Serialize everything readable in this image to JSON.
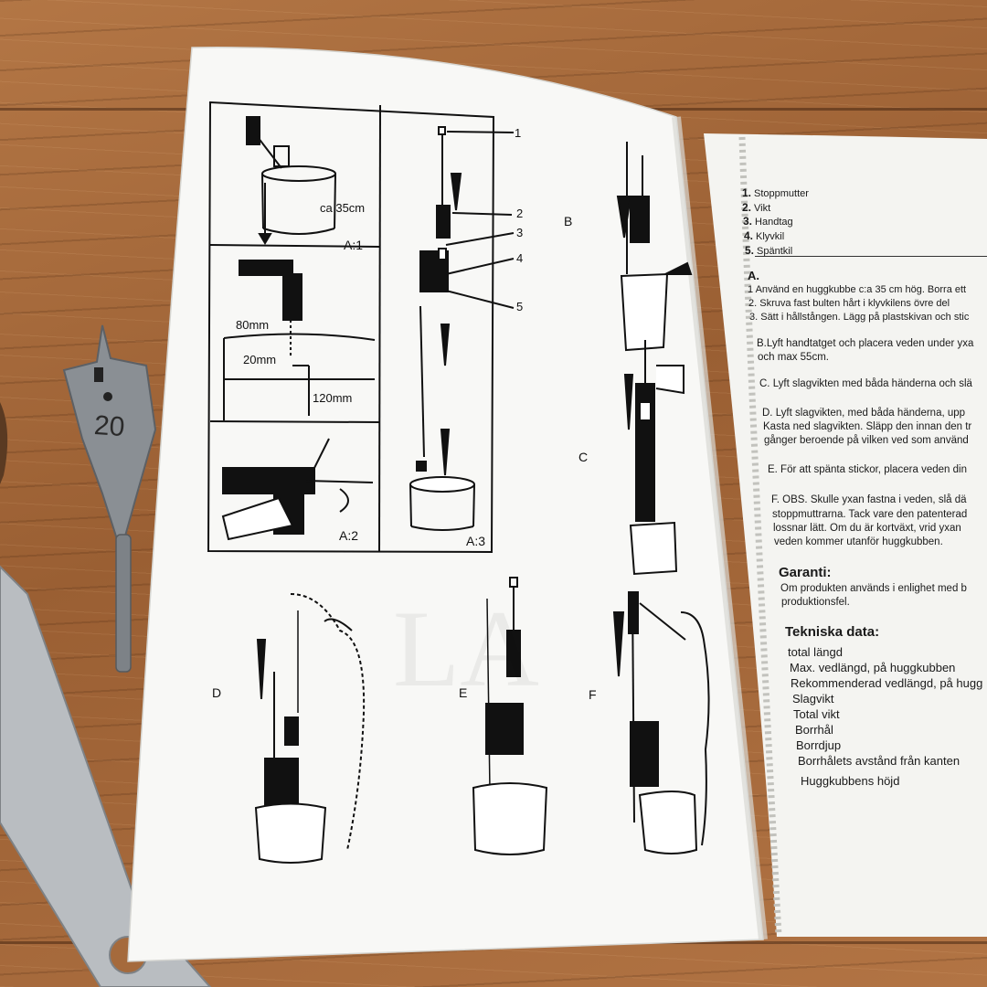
{
  "manual": {
    "left_page": {
      "labels": {
        "a1": "A:1",
        "a2": "A:2",
        "a3": "A:3",
        "b": "B",
        "c": "C",
        "d": "D",
        "e": "E",
        "f": "F",
        "ca35": "ca 35cm",
        "mm80": "80mm",
        "mm20": "20mm",
        "mm120": "120mm",
        "c1": "1",
        "c2": "2",
        "c3": "3",
        "c4": "4",
        "c5": "5"
      }
    },
    "right_page": {
      "parts": [
        {
          "num": "1.",
          "label": "Stoppmutter"
        },
        {
          "num": "2.",
          "label": "Vikt"
        },
        {
          "num": "3.",
          "label": "Handtag"
        },
        {
          "num": "4.",
          "label": "Klyvkil"
        },
        {
          "num": "5.",
          "label": "Späntkil"
        }
      ],
      "section_a": {
        "heading": "A.",
        "steps": [
          "1 Använd en huggkubbe c:a 35 cm hög. Borra ett",
          "2. Skruva fast bulten hårt i klyvkilens övre del",
          "3. Sätt i hållstången. Lägg på plastskivan och stic"
        ]
      },
      "section_b": [
        "B.Lyft handtatget och placera veden under yxa",
        "och max 55cm."
      ],
      "section_c": [
        "C. Lyft slagvikten med båda händerna och slä"
      ],
      "section_d": [
        "D. Lyft slagvikten, med båda händerna, upp",
        "Kasta ned slagvikten. Släpp den innan den tr",
        "gånger beroende på vilken ved som använd"
      ],
      "section_e": [
        "E. För att spänta stickor, placera veden din"
      ],
      "section_f": [
        "F. OBS. Skulle yxan fastna i veden, slå dä",
        "stoppmuttrarna. Tack vare den patenterad",
        "lossnar lätt. Om du är kortväxt, vrid yxan",
        "veden kommer utanför huggkubben."
      ],
      "garanti": {
        "heading": "Garanti:",
        "lines": [
          "Om produkten används i enlighet med b",
          "produktionsfel."
        ]
      },
      "tech": {
        "heading": "Tekniska data:",
        "items": [
          "total längd",
          "Max. vedlängd, på huggkubben",
          "Rekommenderad vedlängd, på hugg",
          "Slagvikt",
          "Total vikt",
          "Borrhål",
          "Borrdjup",
          "Borrhålets avstånd från kanten",
          "Huggkubbens höjd"
        ]
      }
    }
  },
  "tool": {
    "bit_size": "20"
  },
  "colors": {
    "wood": "#a56a3c",
    "paper": "#f7f7f5",
    "ink": "#111111",
    "drill_bit": "#8a8f94"
  }
}
